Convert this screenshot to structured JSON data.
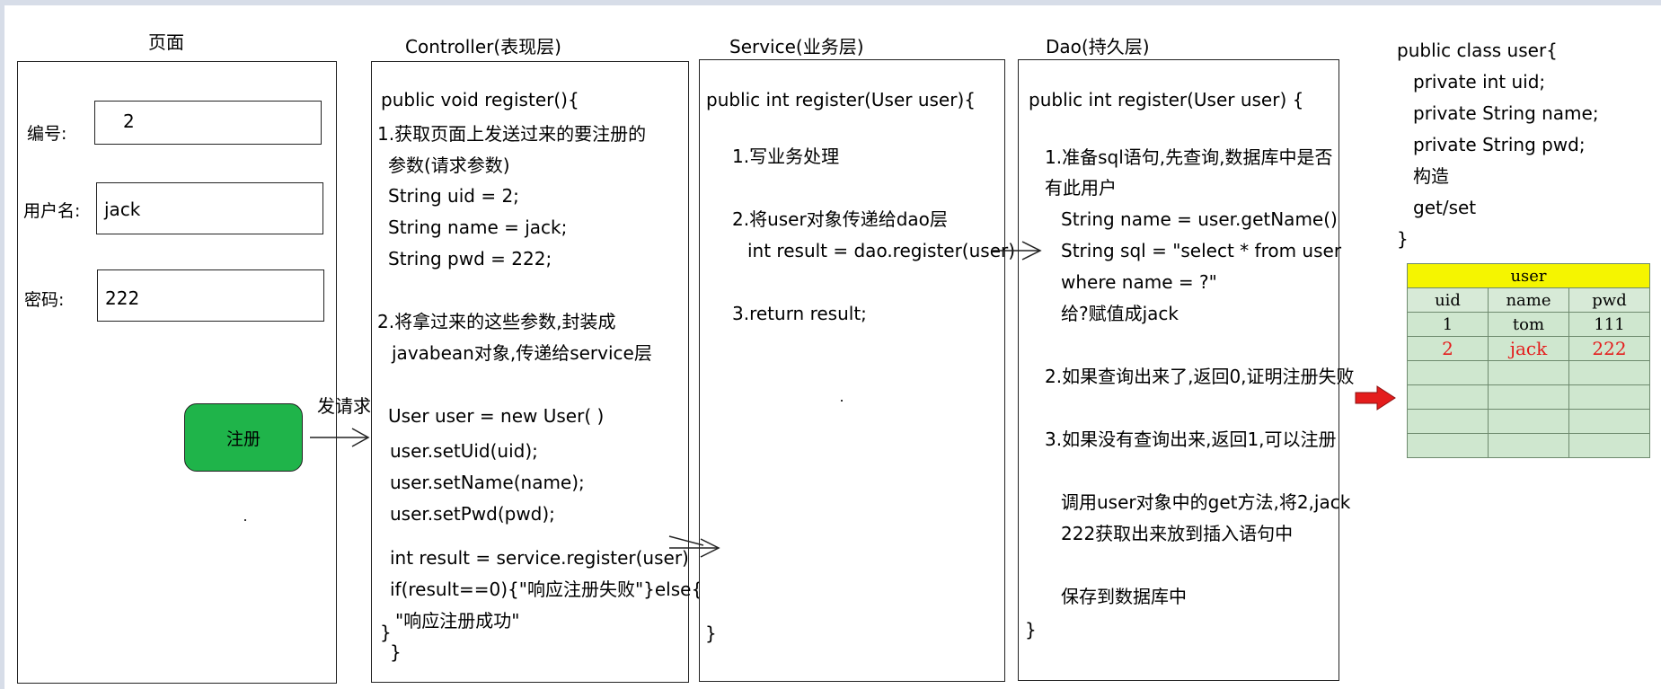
{
  "columns": {
    "page": "页面",
    "controller": "Controller(表现层)",
    "service": "Service(业务层)",
    "dao": "Dao(持久层)"
  },
  "form": {
    "id_label": "编号:",
    "id_value": "2",
    "username_label": "用户名:",
    "username_value": "jack",
    "password_label": "密码:",
    "password_value": "222",
    "register_button": "注册"
  },
  "arrow_label": "发请求",
  "controller_lines": [
    "public void register(){",
    "1.获取页面上发送过来的要注册的",
    "参数(请求参数)",
    "String uid = 2;",
    "String name = jack;",
    "String pwd = 222;",
    "2.将拿过来的这些参数,封装成",
    "javabean对象,传递给service层",
    "User user = new User(    )",
    "user.setUid(uid);",
    "user.setName(name);",
    "user.setPwd(pwd);",
    "int result = service.register(user)",
    "if(result==0){\"响应注册失败\"}else{",
    "\"响应注册成功\"",
    "}",
    "}"
  ],
  "service_lines": [
    "public int register(User user){",
    "1.写业务处理",
    "2.将user对象传递给dao层",
    "int result = dao.register(user)",
    "3.return result;",
    "}"
  ],
  "dao_lines": [
    "public int register(User user) {",
    "1.准备sql语句,先查询,数据库中是否",
    "有此用户",
    "String name = user.getName()",
    "String sql = \"select * from user",
    "where name = ?\"",
    "给?赋值成jack",
    "2.如果查询出来了,返回0,证明注册失败",
    "3.如果没有查询出来,返回1,可以注册",
    "调用user对象中的get方法,将2,jack",
    "222获取出来放到插入语句中",
    "保存到数据库中",
    "}"
  ],
  "class_lines": [
    "public class user{",
    "private int uid;",
    "private String name;",
    "private String pwd;",
    "构造",
    "get/set",
    "}"
  ],
  "table": {
    "name": "user",
    "headers": [
      "uid",
      "name",
      "pwd"
    ],
    "rows": [
      [
        "1",
        "tom",
        "111"
      ],
      [
        "2",
        "jack",
        "222"
      ]
    ],
    "highlight_color": "#e41c1c"
  }
}
